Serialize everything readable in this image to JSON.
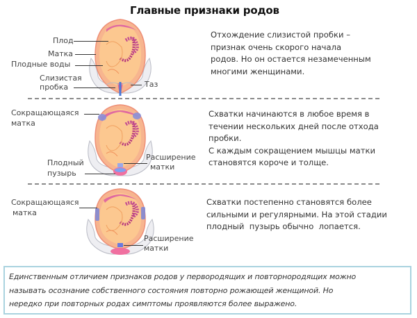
{
  "title": "Главные признаки родов",
  "sections": [
    {
      "labels": {
        "fetus": "Плод",
        "uterus": "Матка",
        "amniotic_fluid": "Плодные воды",
        "mucus_plug_1": "Слизистая",
        "mucus_plug_2": "пробка",
        "pelvis": "Таз"
      },
      "description": [
        "Отхождение слизистой пробки –",
        "признак очень скорого начала",
        "родов. Но он остается незамеченным",
        "многими женщинами."
      ]
    },
    {
      "labels": {
        "contracting_uterus_1": "Сокращающаяся",
        "contracting_uterus_2": "матка",
        "amniotic_sac_1": "Плодный",
        "amniotic_sac_2": "пузырь",
        "dilation_1": "Расширение",
        "dilation_2": "матки"
      },
      "description": [
        "Схватки начинаются в любое время в",
        "течении нескольких дней после отхода",
        "пробки.",
        "С каждым сокращением мышцы матки",
        "становятся короче и толще."
      ]
    },
    {
      "labels": {
        "contracting_uterus_1": "Сокращающаяся",
        "contracting_uterus_2": "матка",
        "dilation_1": "Расширение",
        "dilation_2": "матки"
      },
      "description": [
        "Схватки постепенно становятся более",
        "сильными и регулярными. На этой стадии",
        "плодный  пузырь обычно  лопается."
      ]
    }
  ],
  "note": {
    "lines": [
      "Единственным отличием признаков родов у первородящих и повторнородящих можно",
      "называть осознание собственного состояния повторно рожающей женщиной. Но",
      "нередко при повторных родах симптомы проявляются более выражено."
    ],
    "border_color": "#a9d3df"
  },
  "colors": {
    "uterus_outer": "#f6b38a",
    "uterus_wall": "#f08c7a",
    "fetus": "#fcc98c",
    "placenta": "#d04a9a",
    "pelvis": "#e8e8ec",
    "contraction_marker": "#7a86d8",
    "plug": "#4a78d8"
  }
}
